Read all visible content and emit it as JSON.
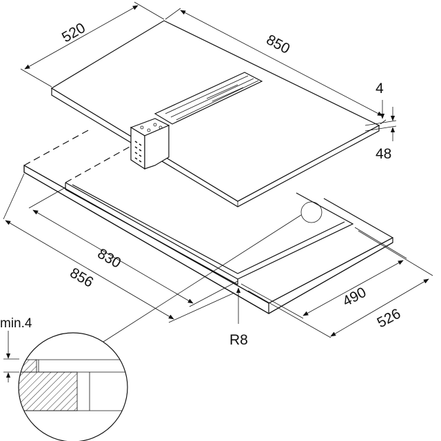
{
  "diagram": {
    "dimensions": {
      "hob_depth": "520",
      "hob_width": "850",
      "glass_thickness": "4",
      "hob_height": "48",
      "cutout_width": "830",
      "cutout_outer_width": "856",
      "cutout_depth": "490",
      "cutout_outer_depth": "526",
      "corner_radius": "R8",
      "min_clearance": "min.4"
    }
  }
}
